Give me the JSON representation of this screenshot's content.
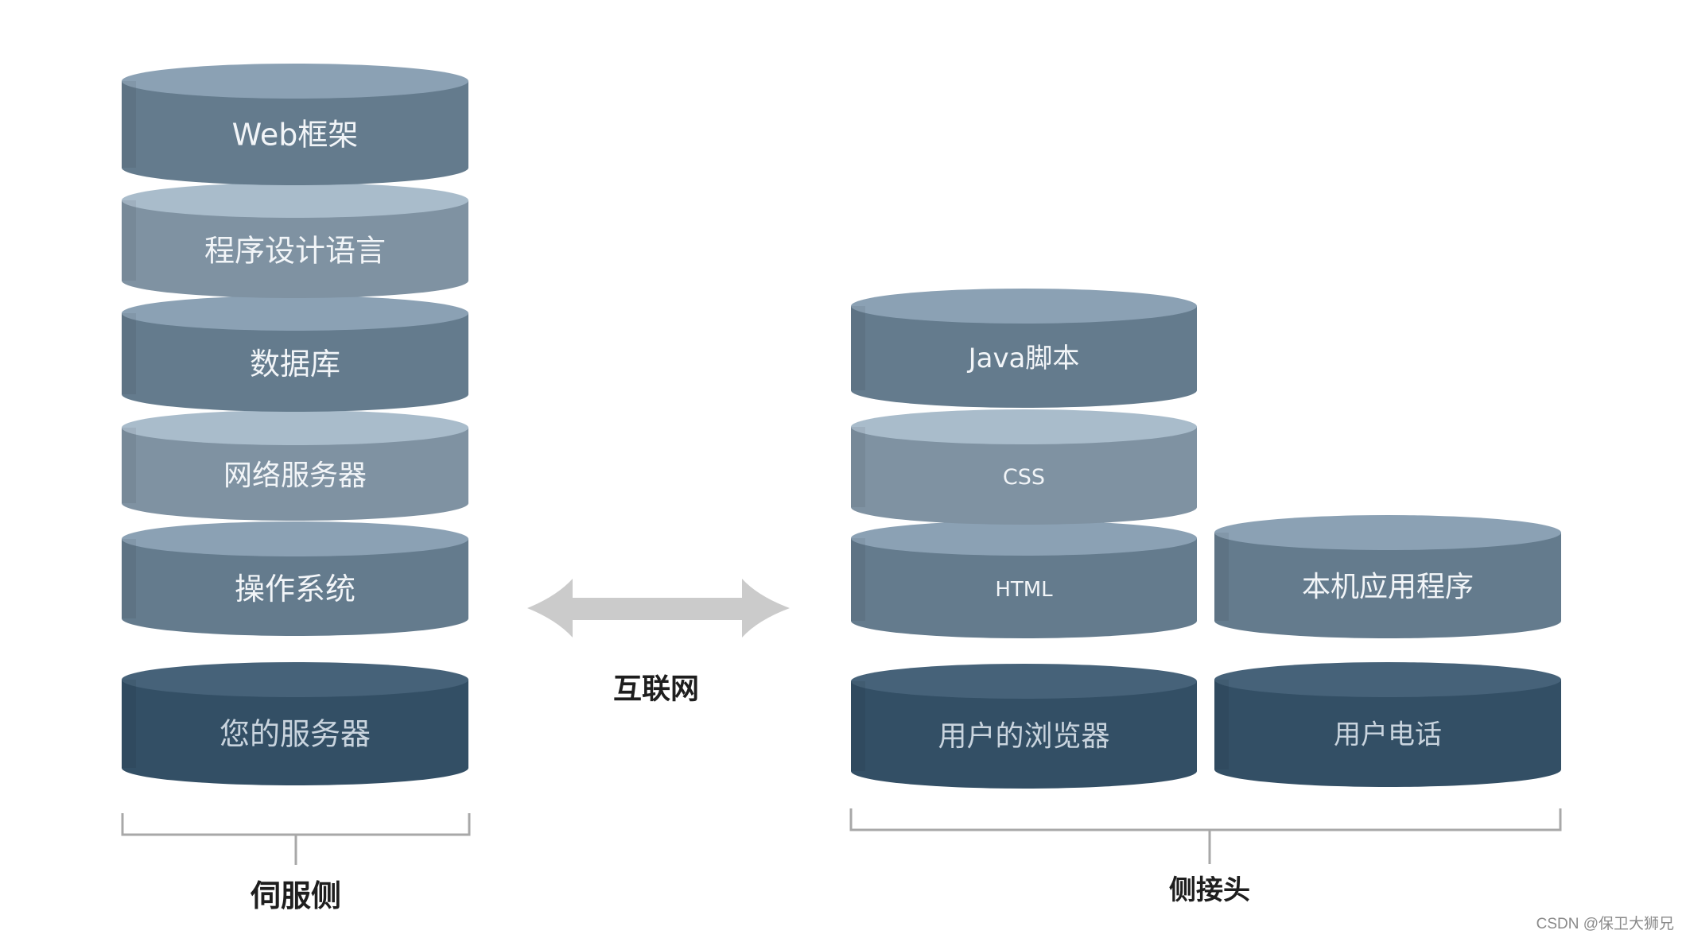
{
  "diagram": {
    "server_side": {
      "caption": "伺服侧",
      "layers": [
        {
          "id": "web-framework",
          "label": "Web框架",
          "tone": "mid"
        },
        {
          "id": "programming-language",
          "label": "程序设计语言",
          "tone": "light"
        },
        {
          "id": "database",
          "label": "数据库",
          "tone": "mid"
        },
        {
          "id": "web-server",
          "label": "网络服务器",
          "tone": "light"
        },
        {
          "id": "operating-system",
          "label": "操作系统",
          "tone": "mid"
        },
        {
          "id": "your-server",
          "label": "您的服务器",
          "tone": "dark"
        }
      ]
    },
    "connection": {
      "label": "互联网",
      "direction": "bidirectional"
    },
    "client_side": {
      "caption": "侧接头",
      "browser_stack": [
        {
          "id": "javascript",
          "label": "Java脚本",
          "tone": "mid"
        },
        {
          "id": "css",
          "label": "CSS",
          "tone": "light"
        },
        {
          "id": "html",
          "label": "HTML",
          "tone": "mid"
        },
        {
          "id": "user-browser",
          "label": "用户的浏览器",
          "tone": "dark"
        }
      ],
      "phone_stack": [
        {
          "id": "native-app",
          "label": "本机应用程序",
          "tone": "mid"
        },
        {
          "id": "user-phone",
          "label": "用户电话",
          "tone": "dark"
        }
      ]
    },
    "colors": {
      "mid_top": "#8ba1b4",
      "mid_side": "#647b8d",
      "light_top": "#a9bccb",
      "light_side": "#7f92a2",
      "dark_top": "#466279",
      "dark_side": "#334f65",
      "arrow": "#cbcbcb",
      "bracket": "#a8a8a8"
    }
  },
  "watermark": "CSDN @保卫大狮兄"
}
